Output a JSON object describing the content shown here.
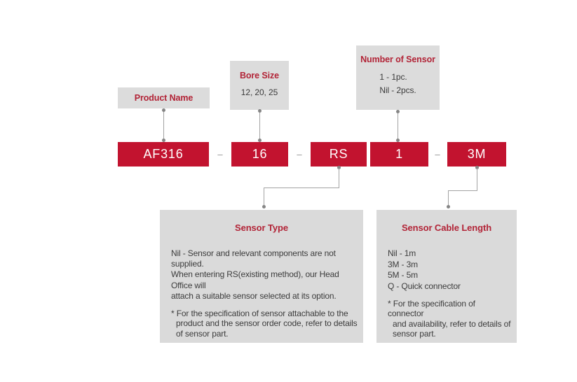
{
  "colors": {
    "code_box_red": "#c2132f",
    "heading_red": "#b22437",
    "label_box_gray": "#dcdcdc",
    "note_box_gray": "#dadada",
    "body_text": "#3c3c3c",
    "connector_gray": "#a3a3a3"
  },
  "top_labels": {
    "product_name": {
      "title": "Product Name"
    },
    "bore_size": {
      "title": "Bore Size",
      "values": "12, 20, 25"
    },
    "number_of_sensor": {
      "title": "Number of Sensor",
      "options": [
        "1 - 1pc.",
        "Nil - 2pcs."
      ]
    }
  },
  "code_row": {
    "segments": [
      "AF316",
      "16",
      "RS",
      "1",
      "3M"
    ],
    "separator": "–"
  },
  "notes": {
    "sensor_type": {
      "title": "Sensor Type",
      "body": [
        "Nil - Sensor and relevant components are not supplied.",
        "When entering RS(existing method), our Head Office will",
        "attach a suitable sensor selected at its option."
      ],
      "note": [
        "* For the specification of sensor attachable to the",
        "product and the sensor order code, refer to details",
        "of sensor part."
      ]
    },
    "sensor_cable_length": {
      "title": "Sensor Cable Length",
      "options": [
        "Nil - 1m",
        "3M - 3m",
        "5M - 5m",
        "Q - Quick connector"
      ],
      "note": [
        "* For the specification of connector",
        "and availability, refer to details of",
        "sensor part."
      ]
    }
  }
}
